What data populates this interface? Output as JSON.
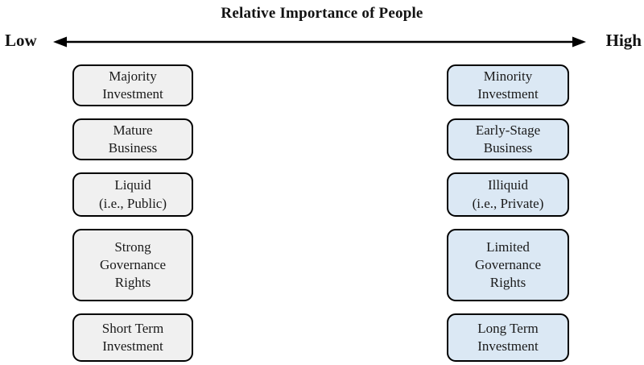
{
  "title": "Relative Importance of People",
  "axis": {
    "low": "Low",
    "high": "High"
  },
  "colors": {
    "left_fill": "#f0f0f0",
    "right_fill": "#dbe8f4",
    "border": "#000000",
    "arrow": "#000000"
  },
  "rows": [
    {
      "left": "Majority\nInvestment",
      "right": "Minority\nInvestment"
    },
    {
      "left": "Mature\nBusiness",
      "right": "Early-Stage\nBusiness"
    },
    {
      "left": "Liquid\n(i.e., Public)",
      "right": "Illiquid\n(i.e., Private)"
    },
    {
      "left": "Strong\nGovernance\nRights",
      "right": "Limited\nGovernance\nRights"
    },
    {
      "left": "Short Term\nInvestment",
      "right": "Long Term\nInvestment"
    }
  ]
}
